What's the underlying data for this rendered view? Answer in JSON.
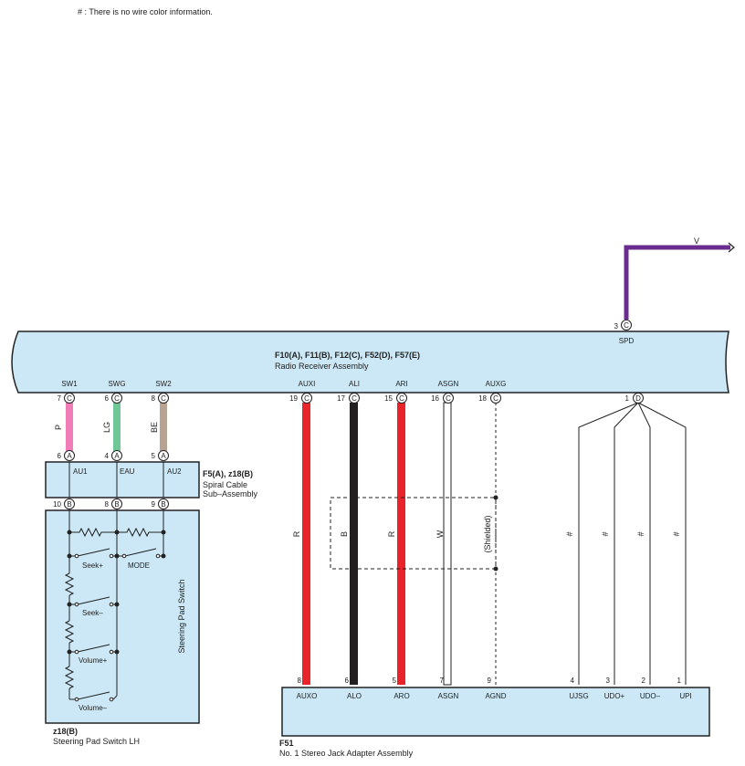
{
  "note": "# : There is no wire color information.",
  "main": {
    "codes": "F10(A), F11(B), F12(C), F52(D), F57(E)",
    "name": "Radio Receiver Assembly",
    "pins": [
      {
        "label": "SW1",
        "num": "7",
        "conn": "C"
      },
      {
        "label": "SWG",
        "num": "6",
        "conn": "C"
      },
      {
        "label": "SW2",
        "num": "8",
        "conn": "C"
      },
      {
        "label": "AUXI",
        "num": "19",
        "conn": "C"
      },
      {
        "label": "ALI",
        "num": "17",
        "conn": "C"
      },
      {
        "label": "ARI",
        "num": "15",
        "conn": "C"
      },
      {
        "label": "ASGN",
        "num": "16",
        "conn": "C"
      },
      {
        "label": "AUXG",
        "num": "18",
        "conn": "C"
      }
    ],
    "udpin": {
      "num": "1",
      "conn": "D"
    },
    "spd": {
      "label": "SPD",
      "num": "3",
      "conn": "C"
    }
  },
  "v_wire": {
    "color_code": "V",
    "hex": "#6a2d8f"
  },
  "spiral": {
    "codes": "F5(A), z18(B)",
    "name_line1": "Spiral Cable",
    "name_line2": "Sub–Assembly",
    "top_pins": [
      {
        "label": "AU1",
        "num": "6",
        "conn": "A"
      },
      {
        "label": "EAU",
        "num": "4",
        "conn": "A"
      },
      {
        "label": "AU2",
        "num": "5",
        "conn": "A"
      }
    ],
    "bottom_pins": [
      {
        "num": "10",
        "conn": "B"
      },
      {
        "num": "8",
        "conn": "B"
      },
      {
        "num": "9",
        "conn": "B"
      }
    ]
  },
  "steering": {
    "vertical_label": "Steering Pad Switch",
    "switches": [
      "Seek+",
      "MODE",
      "Seek–",
      "Volume+",
      "Volume–"
    ],
    "code": "z18(B)",
    "name": "Steering Pad Switch LH"
  },
  "wires_top": [
    {
      "code": "P",
      "hex": "#f07cb8"
    },
    {
      "code": "LG",
      "hex": "#6fc796"
    },
    {
      "code": "BE",
      "hex": "#b8a393"
    }
  ],
  "wires_audio": [
    {
      "code": "R",
      "hex": "#e8232a"
    },
    {
      "code": "B",
      "hex": "#231f20"
    },
    {
      "code": "R",
      "hex": "#e8232a"
    },
    {
      "code": "W",
      "hex": "#ffffff"
    }
  ],
  "shielded": "(Shielded)",
  "hash": "#",
  "adapter": {
    "code": "F51",
    "name": "No. 1 Stereo Jack Adapter Assembly",
    "pins": [
      {
        "label": "AUXO",
        "num": "8"
      },
      {
        "label": "ALO",
        "num": "6"
      },
      {
        "label": "ARO",
        "num": "5"
      },
      {
        "label": "ASGN",
        "num": "7"
      },
      {
        "label": "AGND",
        "num": "9"
      },
      {
        "label": "UJSG",
        "num": "4"
      },
      {
        "label": "UDO+",
        "num": "3"
      },
      {
        "label": "UDO–",
        "num": "2"
      },
      {
        "label": "UPI",
        "num": "1"
      }
    ]
  },
  "colors": {
    "component_fill": "#cce8f6",
    "outline": "#222222"
  }
}
